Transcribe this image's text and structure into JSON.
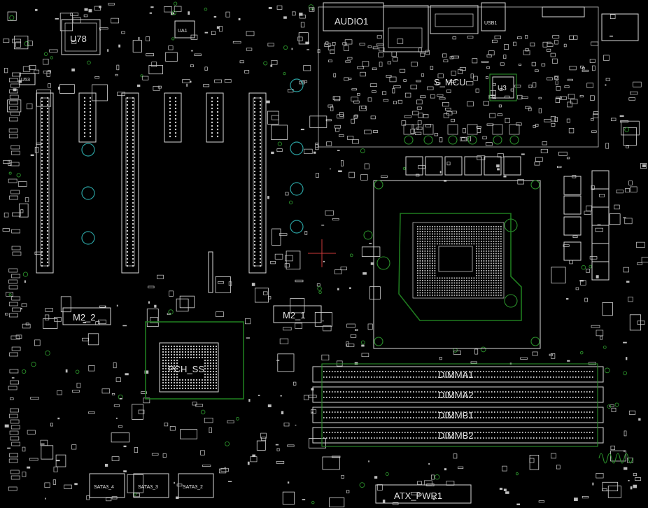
{
  "labels": {
    "u78": "U78",
    "ua1": "UA1",
    "u53": "U53",
    "audio": "AUDIO1",
    "usb1": "USB1",
    "u3": "U3",
    "s_mcu": "S_MCU",
    "m2_2": "M2_2",
    "m2_1": "M2_1",
    "pch": "PCH_SS",
    "dimma1": "DIMMA1",
    "dimma2": "DIMMA2",
    "dimmb1": "DIMMB1",
    "dimmb2": "DIMMB2",
    "atx": "ATX_PWR1",
    "sata4": "SATA3_4",
    "sata3": "SATA3_3",
    "sata2": "SATA3_2"
  },
  "colors": {
    "background": "#000000",
    "silkscreen": "#d8d8d8",
    "copper": "#1f7a1f",
    "via": "#2aa0a0",
    "cursor": "#cc3a3a"
  }
}
